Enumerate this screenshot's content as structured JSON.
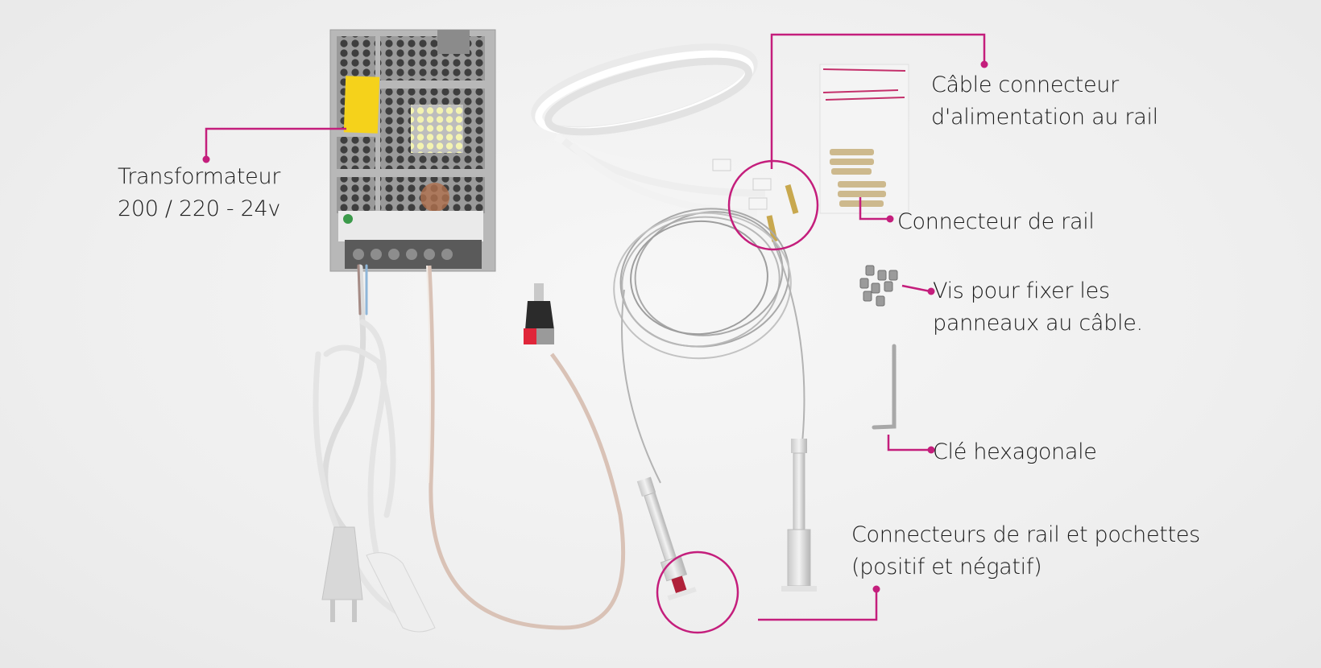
{
  "image": {
    "description": "Kit contents product photo with annotated callouts",
    "accent_color": "#c41e7c",
    "background_color": "#f1f1f1"
  },
  "callouts": [
    {
      "id": "transformer",
      "lines": [
        "Transformateur",
        "200 / 220 - 24v"
      ]
    },
    {
      "id": "power-cable",
      "lines": [
        "Câble connecteur",
        "d'alimentation au rail"
      ]
    },
    {
      "id": "rail-connector",
      "lines": [
        "Connecteur de rail"
      ]
    },
    {
      "id": "screws",
      "lines": [
        "Vis pour fixer les",
        "panneaux au câble."
      ]
    },
    {
      "id": "hex-key",
      "lines": [
        "Clé hexagonale"
      ]
    },
    {
      "id": "rail-connectors-pouches",
      "lines": [
        "Connecteurs de rail et pochettes",
        "(positif et négatif)"
      ]
    }
  ]
}
